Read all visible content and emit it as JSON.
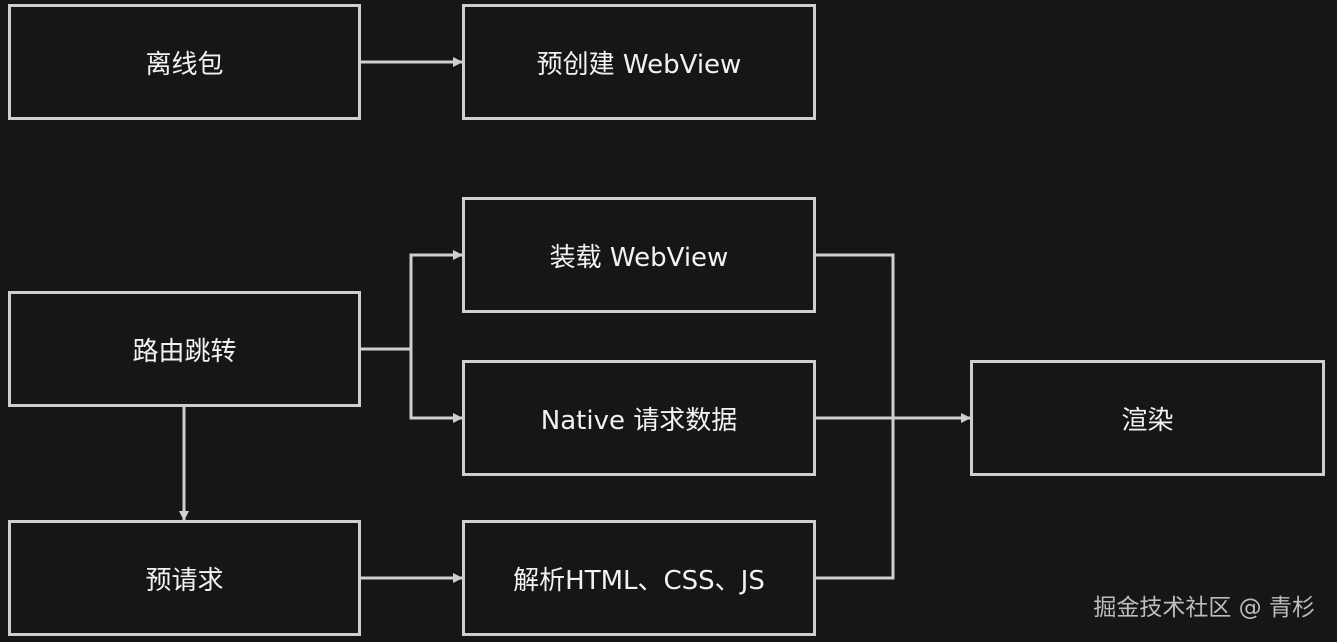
{
  "diagram": {
    "nodes": {
      "offline_pkg": "离线包",
      "precreate_webview": "预创建 WebView",
      "route_jump": "路由跳转",
      "load_webview": "装载 WebView",
      "native_request": "Native 请求数据",
      "prerequest": "预请求",
      "parse_assets": "解析HTML、CSS、JS",
      "render": "渲染"
    },
    "edges": [
      {
        "from": "offline_pkg",
        "to": "precreate_webview"
      },
      {
        "from": "route_jump",
        "to": "load_webview"
      },
      {
        "from": "route_jump",
        "to": "native_request"
      },
      {
        "from": "route_jump",
        "to": "prerequest"
      },
      {
        "from": "prerequest",
        "to": "parse_assets"
      },
      {
        "from": "load_webview",
        "to": "render"
      },
      {
        "from": "native_request",
        "to": "render"
      },
      {
        "from": "parse_assets",
        "to": "render"
      }
    ],
    "colors": {
      "background": "#161616",
      "stroke": "#cfcfcf",
      "text": "#f2f2f2"
    }
  },
  "watermark": "掘金技术社区 @ 青杉"
}
